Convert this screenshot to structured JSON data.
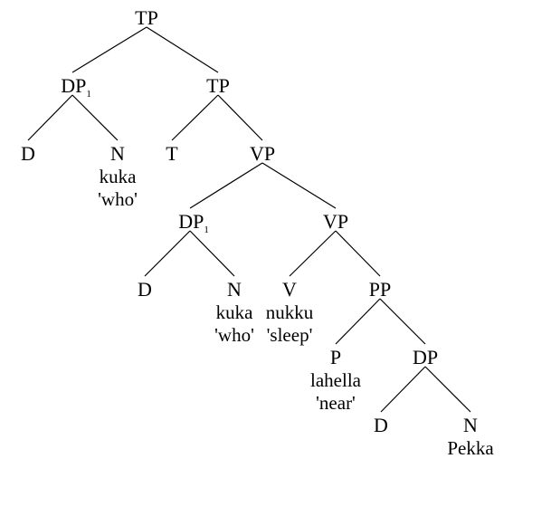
{
  "tree": {
    "nodes": {
      "tp_root": {
        "label": "TP"
      },
      "dp1_top": {
        "label": "DP",
        "index": "1"
      },
      "tp_bar": {
        "label": "TP"
      },
      "d_top": {
        "label": "D"
      },
      "n_top": {
        "label": "N",
        "word": "kuka",
        "gloss": "'who'"
      },
      "t": {
        "label": "T"
      },
      "vp_top": {
        "label": "VP"
      },
      "dp1_low": {
        "label": "DP",
        "index": "1"
      },
      "vp_low": {
        "label": "VP"
      },
      "d_low": {
        "label": "D"
      },
      "n_low": {
        "label": "N",
        "word": "kuka",
        "gloss": "'who'"
      },
      "v": {
        "label": "V",
        "word": "nukku",
        "gloss": "'sleep'"
      },
      "pp": {
        "label": "PP"
      },
      "p": {
        "label": "P",
        "word": "lahella",
        "gloss": "'near'"
      },
      "dp_obj": {
        "label": "DP"
      },
      "d_obj": {
        "label": "D"
      },
      "n_obj": {
        "label": "N",
        "word": "Pekka"
      }
    },
    "edges": [
      [
        "tp_root",
        "dp1_top"
      ],
      [
        "tp_root",
        "tp_bar"
      ],
      [
        "dp1_top",
        "d_top"
      ],
      [
        "dp1_top",
        "n_top"
      ],
      [
        "tp_bar",
        "t"
      ],
      [
        "tp_bar",
        "vp_top"
      ],
      [
        "vp_top",
        "dp1_low"
      ],
      [
        "vp_top",
        "vp_low"
      ],
      [
        "dp1_low",
        "d_low"
      ],
      [
        "dp1_low",
        "n_low"
      ],
      [
        "vp_low",
        "v"
      ],
      [
        "vp_low",
        "pp"
      ],
      [
        "pp",
        "p"
      ],
      [
        "pp",
        "dp_obj"
      ],
      [
        "dp_obj",
        "d_obj"
      ],
      [
        "dp_obj",
        "n_obj"
      ]
    ]
  }
}
